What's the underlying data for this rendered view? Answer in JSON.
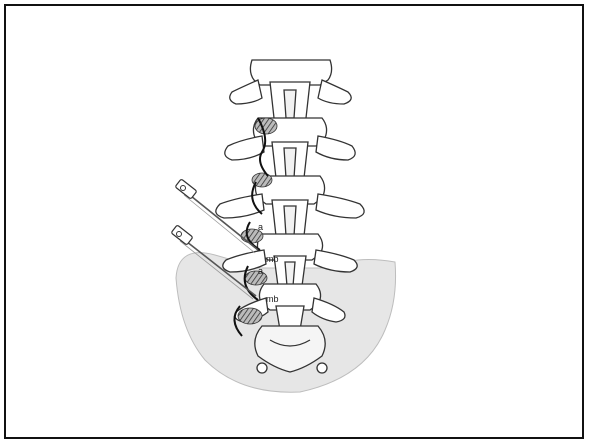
{
  "figure": {
    "labels": {
      "upper_a": "a",
      "upper_mb": "mb",
      "lower_a": "a",
      "lower_mb": "mb"
    },
    "colors": {
      "frame": "#111111",
      "pelvis_fill": "#e6e6e6",
      "bone_fill": "#ffffff",
      "bone_stroke": "#333333",
      "nerve": "#111111",
      "probe": "#555555"
    }
  }
}
